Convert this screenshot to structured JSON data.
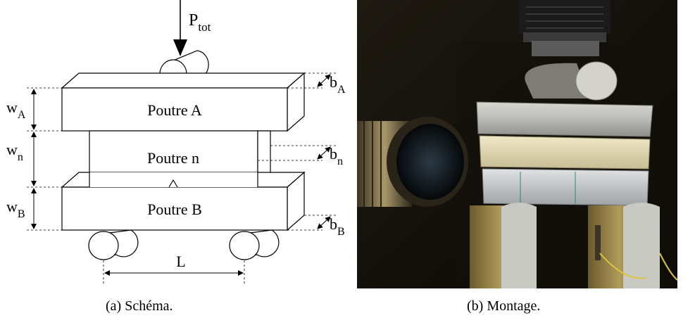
{
  "schema": {
    "load_label": "P",
    "load_sub": "tot",
    "beam_a_label": "Poutre A",
    "beam_n_label": "Poutre n",
    "beam_b_label": "Poutre B",
    "w_a": {
      "main": "w",
      "sub": "A"
    },
    "w_n": {
      "main": "w",
      "sub": "n"
    },
    "w_b": {
      "main": "w",
      "sub": "B"
    },
    "b_a": {
      "main": "b",
      "sub": "A"
    },
    "b_n": {
      "main": "b",
      "sub": "n"
    },
    "b_b": {
      "main": "b",
      "sub": "B"
    },
    "span_label": "L"
  },
  "captions": {
    "a": "(a) Schéma.",
    "b": "(b) Montage."
  }
}
